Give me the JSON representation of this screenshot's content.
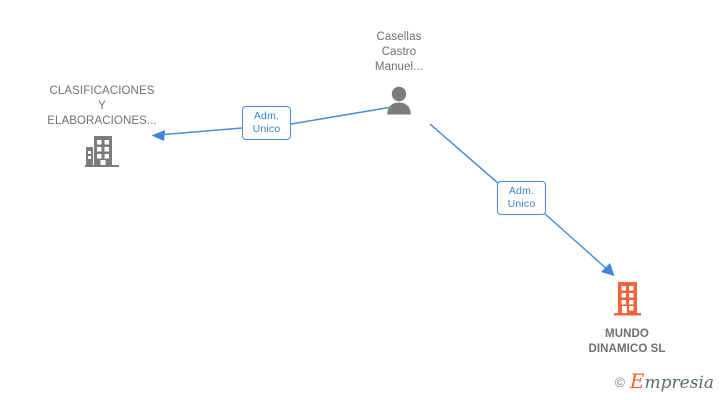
{
  "diagram": {
    "type": "corporate-relationship-graph",
    "background": "#ffffff",
    "edge_color": "#4a90d9",
    "company_icon_color_gray": "#7c7c7c",
    "company_icon_color_orange": "#f4633a",
    "person_icon_color": "#7c7c7c",
    "label_text_color": "#707070"
  },
  "nodes": [
    {
      "id": "clasificaciones",
      "kind": "company",
      "label": "CLASIFICACIONES\nY\nELABORACIONES...",
      "icon": "building-icon",
      "icon_color": "#7c7c7c",
      "bold": false
    },
    {
      "id": "person",
      "kind": "person",
      "label": "Casellas\nCastro\nManuel...",
      "icon": "person-icon",
      "icon_color": "#7c7c7c",
      "bold": false
    },
    {
      "id": "mundo",
      "kind": "company",
      "label": "MUNDO\nDINAMICO  SL",
      "icon": "building-icon",
      "icon_color": "#f4633a",
      "bold": true
    }
  ],
  "edges": [
    {
      "id": "edge-1",
      "from": "person",
      "to": "clasificaciones",
      "label": "Adm.\nUnico",
      "direction": "left"
    },
    {
      "id": "edge-2",
      "from": "person",
      "to": "mundo",
      "label": "Adm.\nUnico",
      "direction": "down-right"
    }
  ],
  "watermark": {
    "copyright": "©",
    "brand_accent": "E",
    "brand_rest": "mpresia"
  }
}
